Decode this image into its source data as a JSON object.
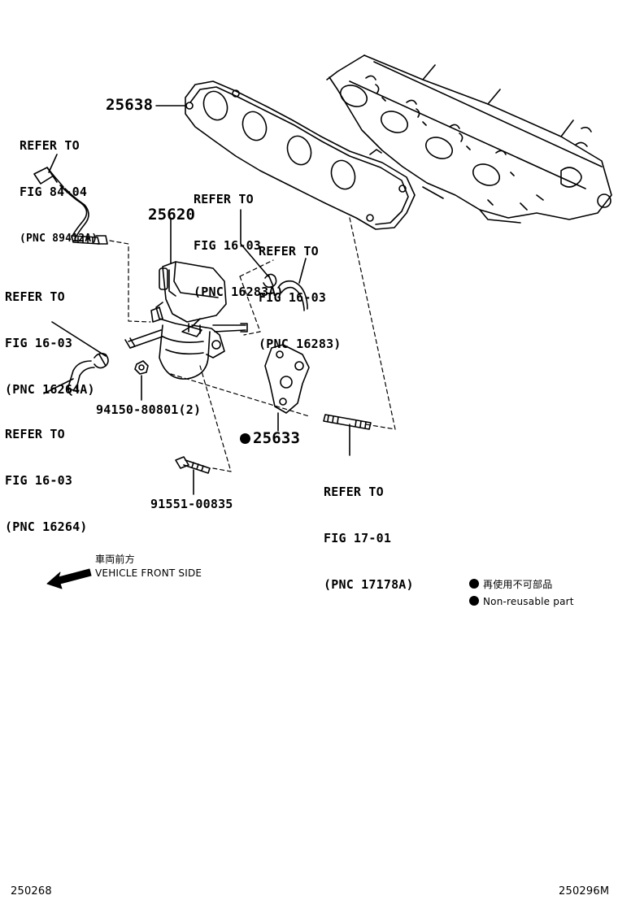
{
  "refs": {
    "fig84": {
      "l1": "REFER TO",
      "l2": "FIG 84-04",
      "l3": "(PNC 89412A)"
    },
    "fig16_283a": {
      "l1": "REFER TO",
      "l2": "FIG 16-03",
      "l3": "(PNC 16283A)"
    },
    "fig16_283": {
      "l1": "REFER TO",
      "l2": "FIG 16-03",
      "l3": "(PNC 16283)"
    },
    "fig16_264a": {
      "l1": "REFER TO",
      "l2": "FIG 16-03",
      "l3": "(PNC 16264A)"
    },
    "fig16_264": {
      "l1": "REFER TO",
      "l2": "FIG 16-03",
      "l3": "(PNC 16264)"
    },
    "fig17": {
      "l1": "REFER TO",
      "l2": "FIG 17-01",
      "l3": "(PNC 17178A)"
    }
  },
  "parts": {
    "p25638": "25638",
    "p25620": "25620",
    "p25633": "25633",
    "p94150": "94150-80801(2)",
    "p91551": "91551-00835"
  },
  "direction": {
    "jp": "車両前方",
    "en": "VEHICLE FRONT SIDE"
  },
  "legend": {
    "jp": "再使用不可部品",
    "en": "Non-reusable part"
  },
  "footer": {
    "left": "250268",
    "right": "250296M"
  }
}
